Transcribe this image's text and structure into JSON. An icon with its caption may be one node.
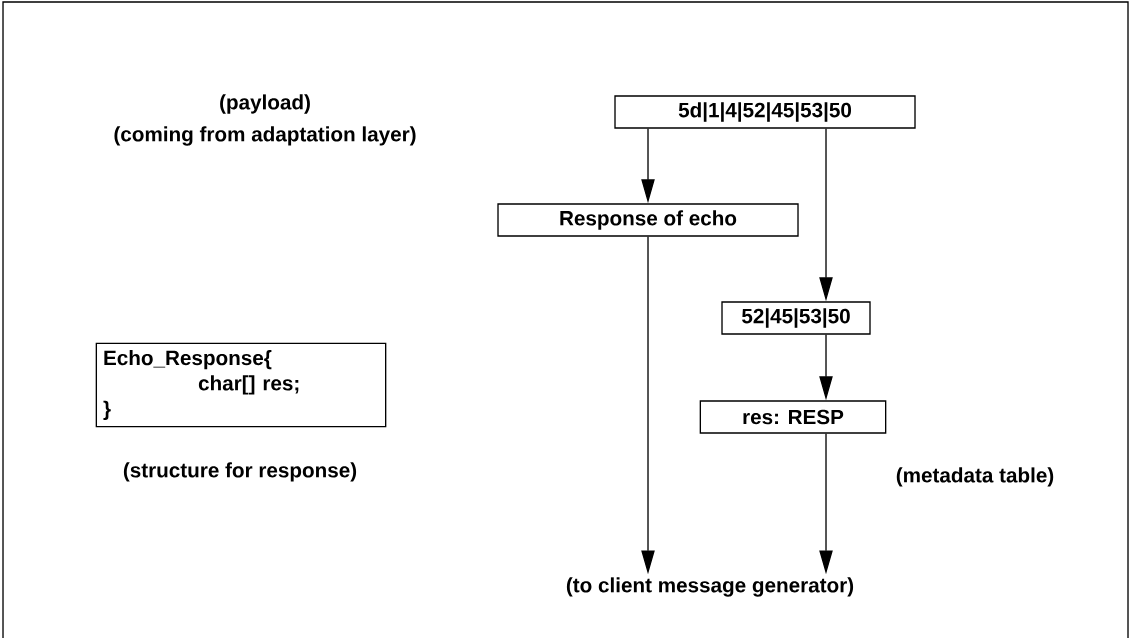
{
  "diagram": {
    "nodes": [
      {
        "text": [
          "5d|1|4|52|45|53|50"
        ]
      },
      {
        "text": [
          "Response of echo"
        ]
      },
      {
        "text": [
          "52|45|53|50"
        ]
      },
      {
        "text": [
          "res: RESP"
        ],
        "beside": [
          "(metadata table)"
        ]
      },
      {
        "text": [
          "Echo_Response{",
          "char[] res;",
          "}"
        ],
        "beside": [
          "(structure for response)"
        ]
      },
      {
        "text": [
          "(to client message generator)"
        ]
      }
    ],
    "edges": [
      {
        "from": 0,
        "to": 1,
        "arrow": "to"
      },
      {
        "from": 0,
        "to": 2,
        "arrow": "to"
      },
      {
        "from": 2,
        "to": 3,
        "arrow": "to"
      },
      {
        "from": 1,
        "to": 5,
        "arrow": "to"
      },
      {
        "from": 3,
        "to": 5,
        "arrow": "to"
      }
    ],
    "labels": [
      "(payload)",
      "(coming from adaptation layer)"
    ]
  }
}
